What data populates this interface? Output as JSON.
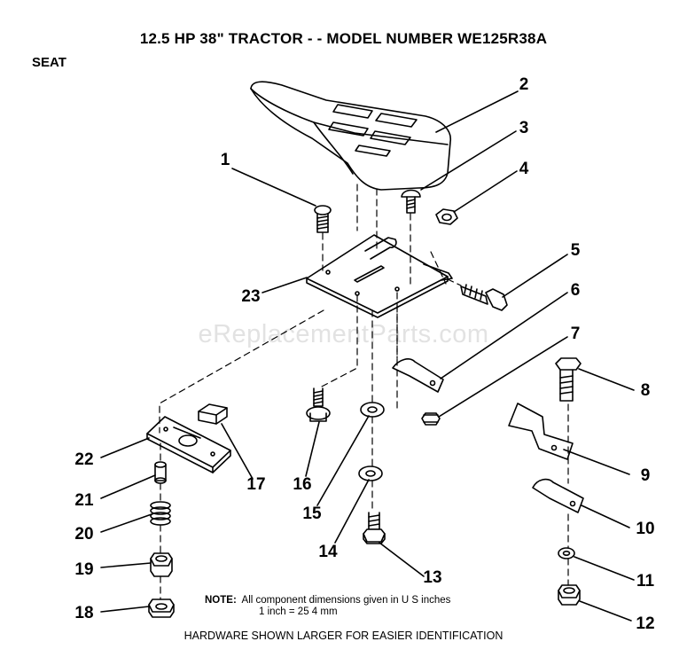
{
  "title": "12.5 HP 38\" TRACTOR - - MODEL NUMBER WE125R38A",
  "section": "SEAT",
  "watermark": "eReplacementParts.com",
  "note": {
    "label": "NOTE:",
    "line1": "All component dimensions given in U S  inches",
    "line2": "1 inch = 25 4 mm"
  },
  "footer": "HARDWARE SHOWN LARGER FOR EASIER IDENTIFICATION",
  "callouts": [
    "1",
    "2",
    "3",
    "4",
    "5",
    "6",
    "7",
    "8",
    "9",
    "10",
    "11",
    "12",
    "13",
    "14",
    "15",
    "16",
    "17",
    "18",
    "19",
    "20",
    "21",
    "22",
    "23"
  ]
}
